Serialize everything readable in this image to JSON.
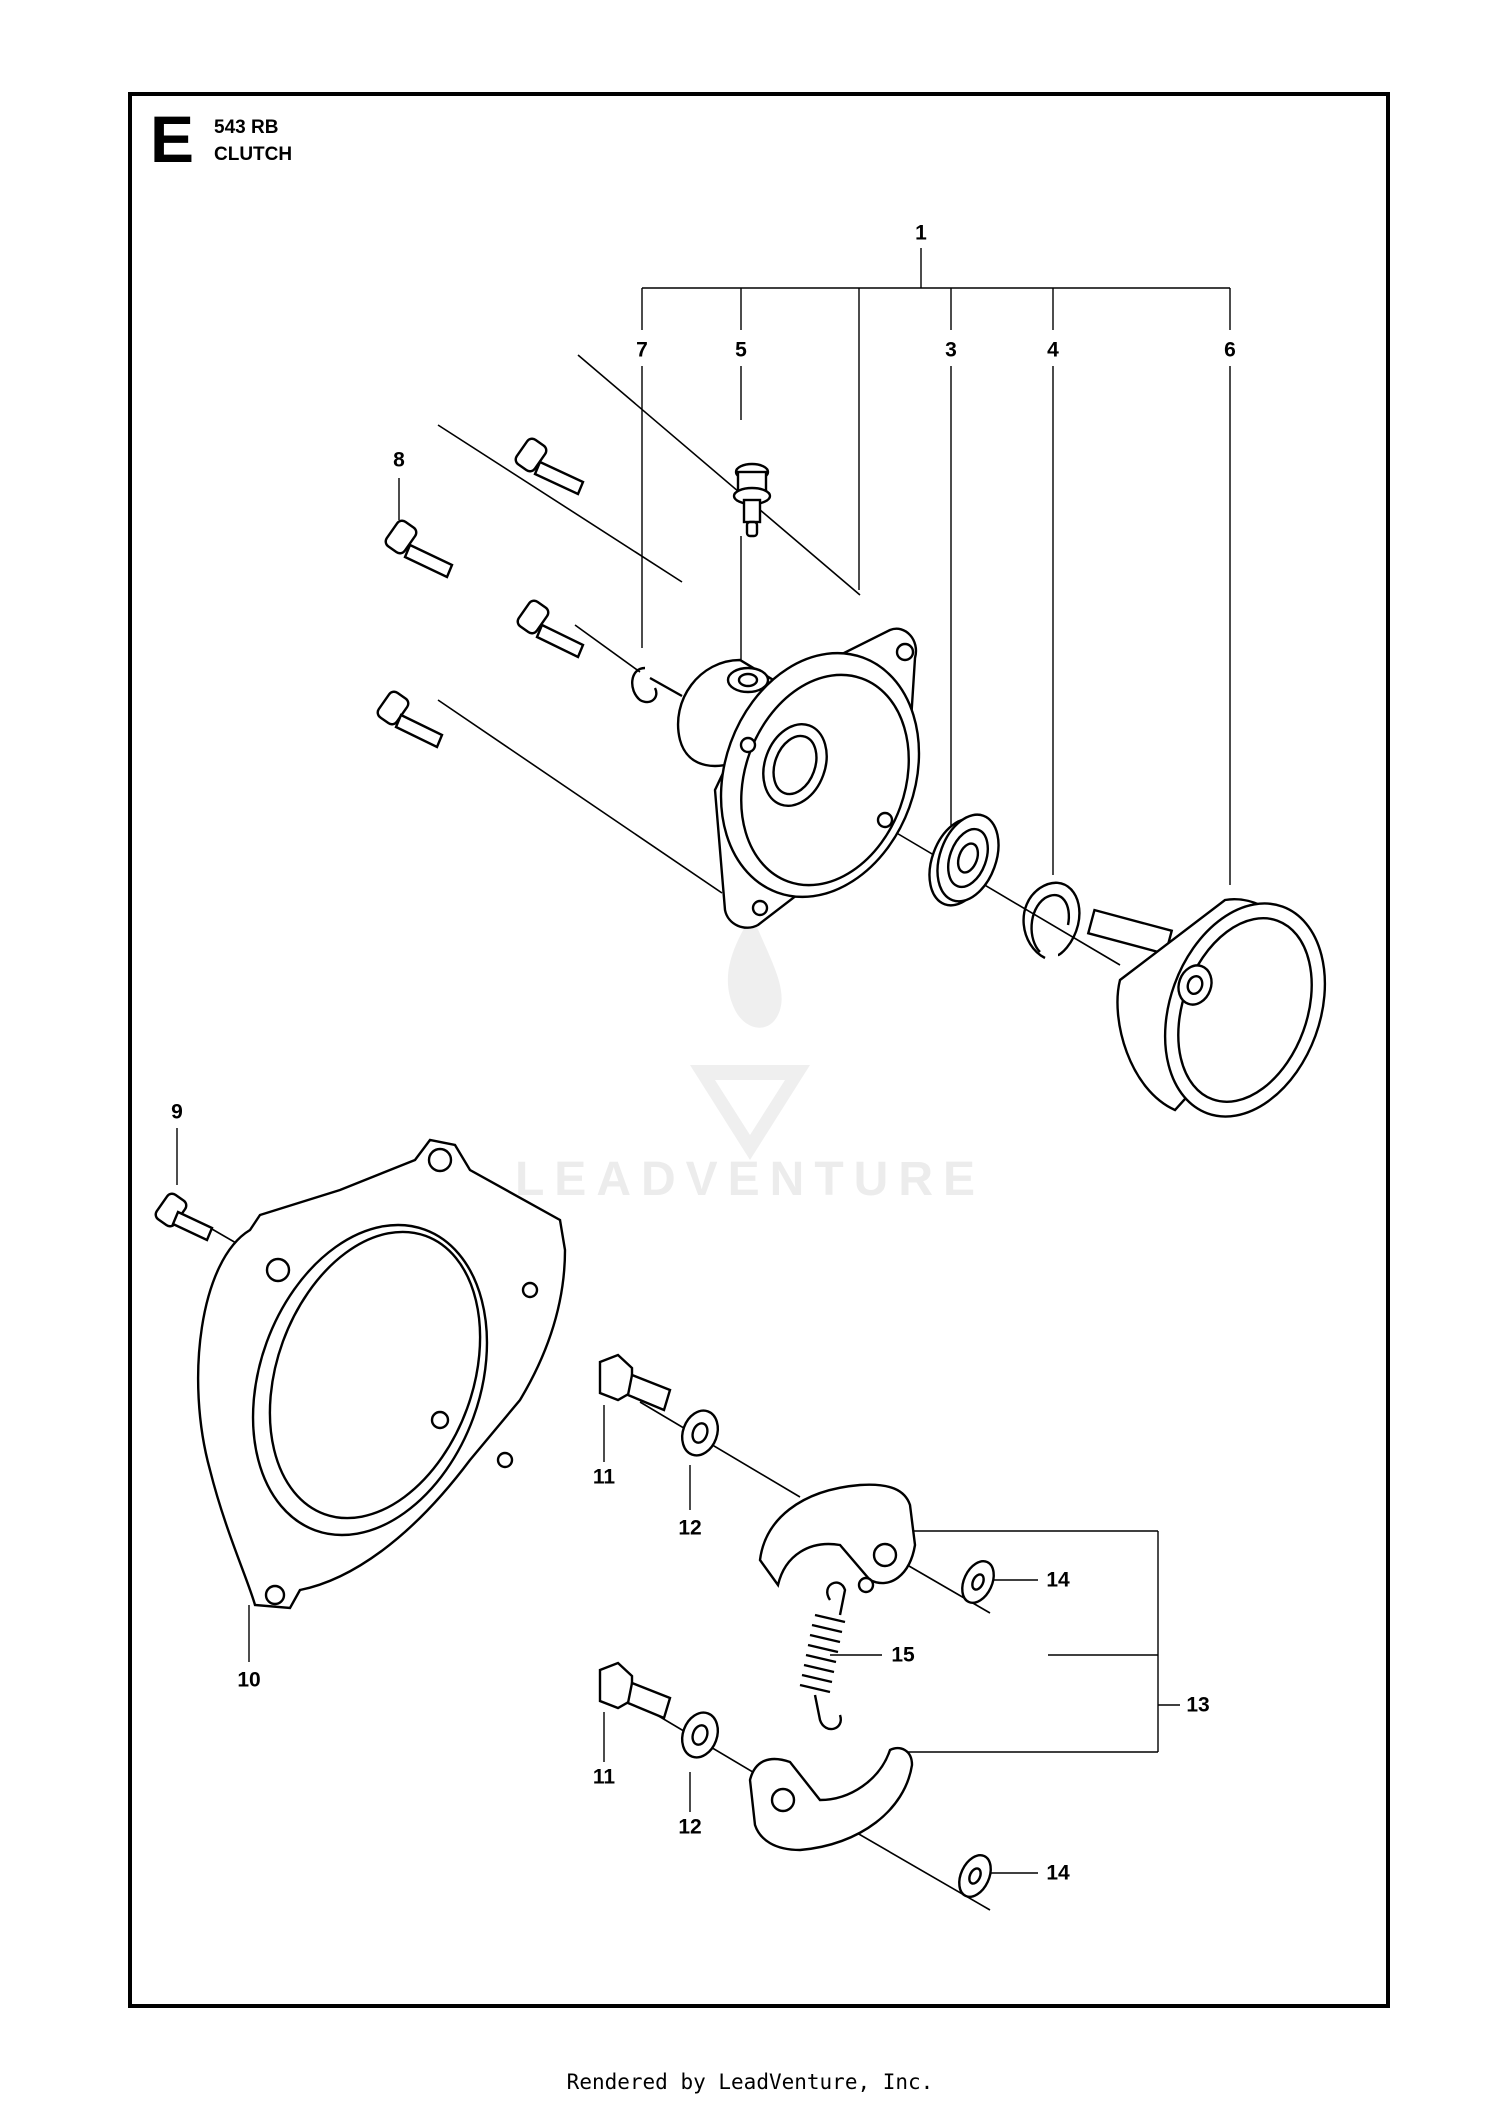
{
  "header": {
    "section_letter": "E",
    "model": "543 RB",
    "title": "CLUTCH"
  },
  "callouts": [
    "1",
    "7",
    "5",
    "3",
    "4",
    "6",
    "8",
    "9",
    "10",
    "11",
    "12",
    "14",
    "15",
    "13",
    "11",
    "12",
    "14"
  ],
  "watermark": {
    "text": "LEADVENTURE"
  },
  "footer": {
    "text": "Rendered by LeadVenture, Inc."
  }
}
